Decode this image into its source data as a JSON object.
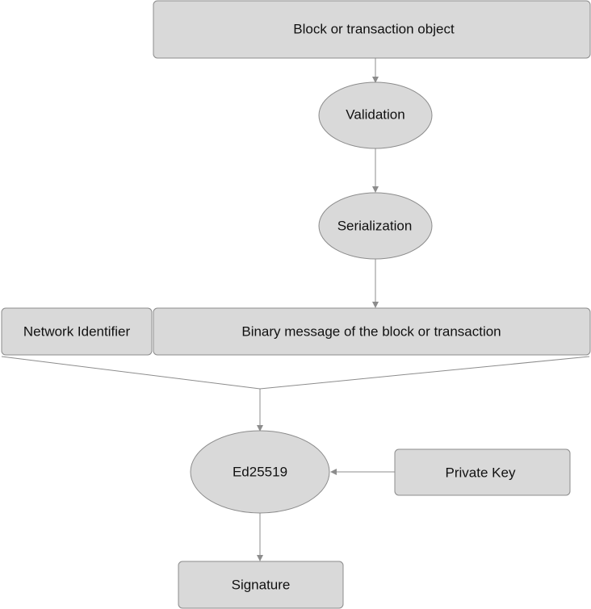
{
  "diagram": {
    "nodes": {
      "block_object": "Block or transaction object",
      "validation": "Validation",
      "serialization": "Serialization",
      "network_identifier": "Network Identifier",
      "binary_message": "Binary message of the block or transaction",
      "ed25519": "Ed25519",
      "private_key": "Private Key",
      "signature": "Signature"
    },
    "colors": {
      "node_fill": "#d9d9d9",
      "node_stroke": "#8c8c8c",
      "edge": "#8c8c8c",
      "text": "#111111"
    }
  }
}
